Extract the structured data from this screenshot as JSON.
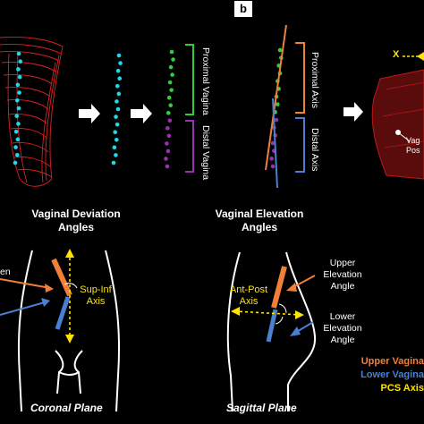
{
  "panel_label": "b",
  "top_labels": {
    "proximal_vagina": "Proximal Vagina",
    "distal_vagina": "Distal Vagina",
    "proximal_axis": "Proximal Axis",
    "distal_axis": "Distal Axis",
    "x_axis": "X",
    "vaginal_posterior": "Vag Pos"
  },
  "section_titles": {
    "deviation": "Vaginal Deviation Angles",
    "elevation": "Vaginal Elevation Angles"
  },
  "coronal": {
    "edge_label": "en",
    "axis_label": "Sup-Inf Axis",
    "plane_label": "Coronal Plane"
  },
  "sagittal": {
    "axis_label": "Ant-Post Axis",
    "upper_angle": "Upper Elevation Angle",
    "lower_angle": "Lower Elevation Angle",
    "plane_label": "Sagittal Plane"
  },
  "legend": [
    {
      "label": "Upper Vagina",
      "color": "#f07f3c"
    },
    {
      "label": "Lower Vagina",
      "color": "#4a80d0"
    },
    {
      "label": "PCS Axis",
      "color": "#ffe300"
    }
  ],
  "colors": {
    "mesh": "#e02020",
    "cyan": "#1fd8e8",
    "green": "#2fcf3a",
    "purple": "#9a2fb0",
    "orange": "#f07f3c",
    "blue": "#4a80d0",
    "yellow": "#ffe300"
  }
}
